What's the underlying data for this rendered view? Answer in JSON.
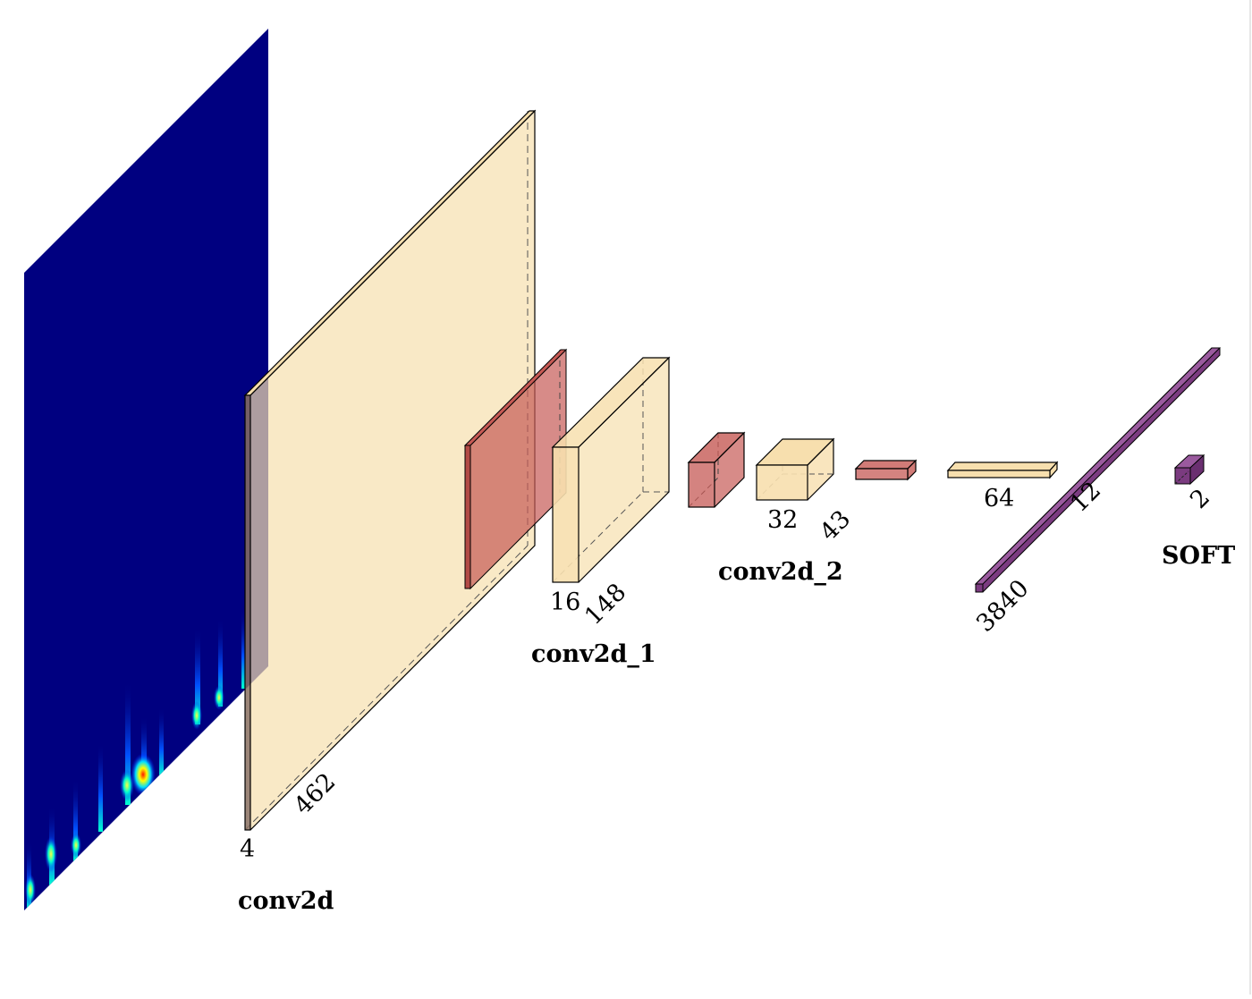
{
  "diagram": {
    "layers": [
      {
        "id": "conv2d",
        "name": "conv2d",
        "dims": [
          "4",
          "462"
        ]
      },
      {
        "id": "pool1",
        "name": "",
        "dims": []
      },
      {
        "id": "conv2d_1",
        "name": "conv2d_1",
        "dims": [
          "16",
          "148"
        ]
      },
      {
        "id": "pool2",
        "name": "",
        "dims": []
      },
      {
        "id": "conv2d_2",
        "name": "conv2d_2",
        "dims": [
          "32",
          "43"
        ]
      },
      {
        "id": "pool3",
        "name": "",
        "dims": []
      },
      {
        "id": "dense",
        "name": "",
        "dims": [
          "64"
        ]
      },
      {
        "id": "flatten",
        "name": "",
        "dims": [
          "3840",
          "12"
        ]
      },
      {
        "id": "softmax",
        "name": "SOFT",
        "dims": [
          "2"
        ]
      }
    ],
    "colors": {
      "conv": "#f7dfae",
      "pool": "#c65a55",
      "purple": "#7b3b80",
      "input_bg": "#000080"
    }
  }
}
